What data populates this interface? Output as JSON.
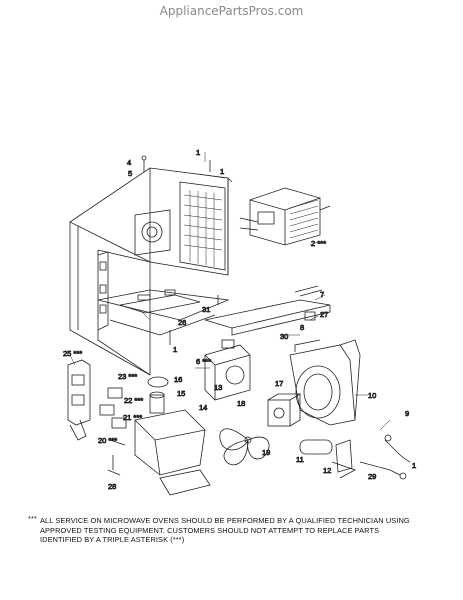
{
  "header": {
    "site_name": "AppliancePartsPros.com"
  },
  "diagram": {
    "callouts": [
      {
        "id": "1",
        "text": "1"
      },
      {
        "id": "1b",
        "text": "1"
      },
      {
        "id": "1c",
        "text": "1"
      },
      {
        "id": "1d",
        "text": "1"
      },
      {
        "id": "2",
        "text": "2 ***"
      },
      {
        "id": "4",
        "text": "4"
      },
      {
        "id": "5",
        "text": "5"
      },
      {
        "id": "6",
        "text": "6 ***"
      },
      {
        "id": "7",
        "text": "7"
      },
      {
        "id": "8",
        "text": "8"
      },
      {
        "id": "9",
        "text": "9"
      },
      {
        "id": "10",
        "text": "10"
      },
      {
        "id": "11",
        "text": "11"
      },
      {
        "id": "12",
        "text": "12"
      },
      {
        "id": "13",
        "text": "13"
      },
      {
        "id": "14",
        "text": "14"
      },
      {
        "id": "15",
        "text": "15"
      },
      {
        "id": "16",
        "text": "16"
      },
      {
        "id": "17",
        "text": "17"
      },
      {
        "id": "18",
        "text": "18"
      },
      {
        "id": "19",
        "text": "19"
      },
      {
        "id": "20",
        "text": "20 ***"
      },
      {
        "id": "21",
        "text": "21 ***"
      },
      {
        "id": "22",
        "text": "22 ***"
      },
      {
        "id": "23",
        "text": "23 ***"
      },
      {
        "id": "25",
        "text": "25 ***"
      },
      {
        "id": "26",
        "text": "26"
      },
      {
        "id": "27",
        "text": "27"
      },
      {
        "id": "28",
        "text": "28"
      },
      {
        "id": "29",
        "text": "29"
      },
      {
        "id": "30",
        "text": "30"
      },
      {
        "id": "31",
        "text": "31"
      }
    ]
  },
  "notice": {
    "marker": "***",
    "line1": "ALL SERVICE ON MICROWAVE OVENS SHOULD BE PERFORMED BY A QUALIFIED TECHNICIAN USING",
    "line2": "APPROVED TESTING EQUIPMENT.  CUSTOMERS SHOULD NOT ATTEMPT TO REPLACE PARTS",
    "line3": "IDENTIFIED BY A TRIPLE ASTERISK (***)"
  }
}
